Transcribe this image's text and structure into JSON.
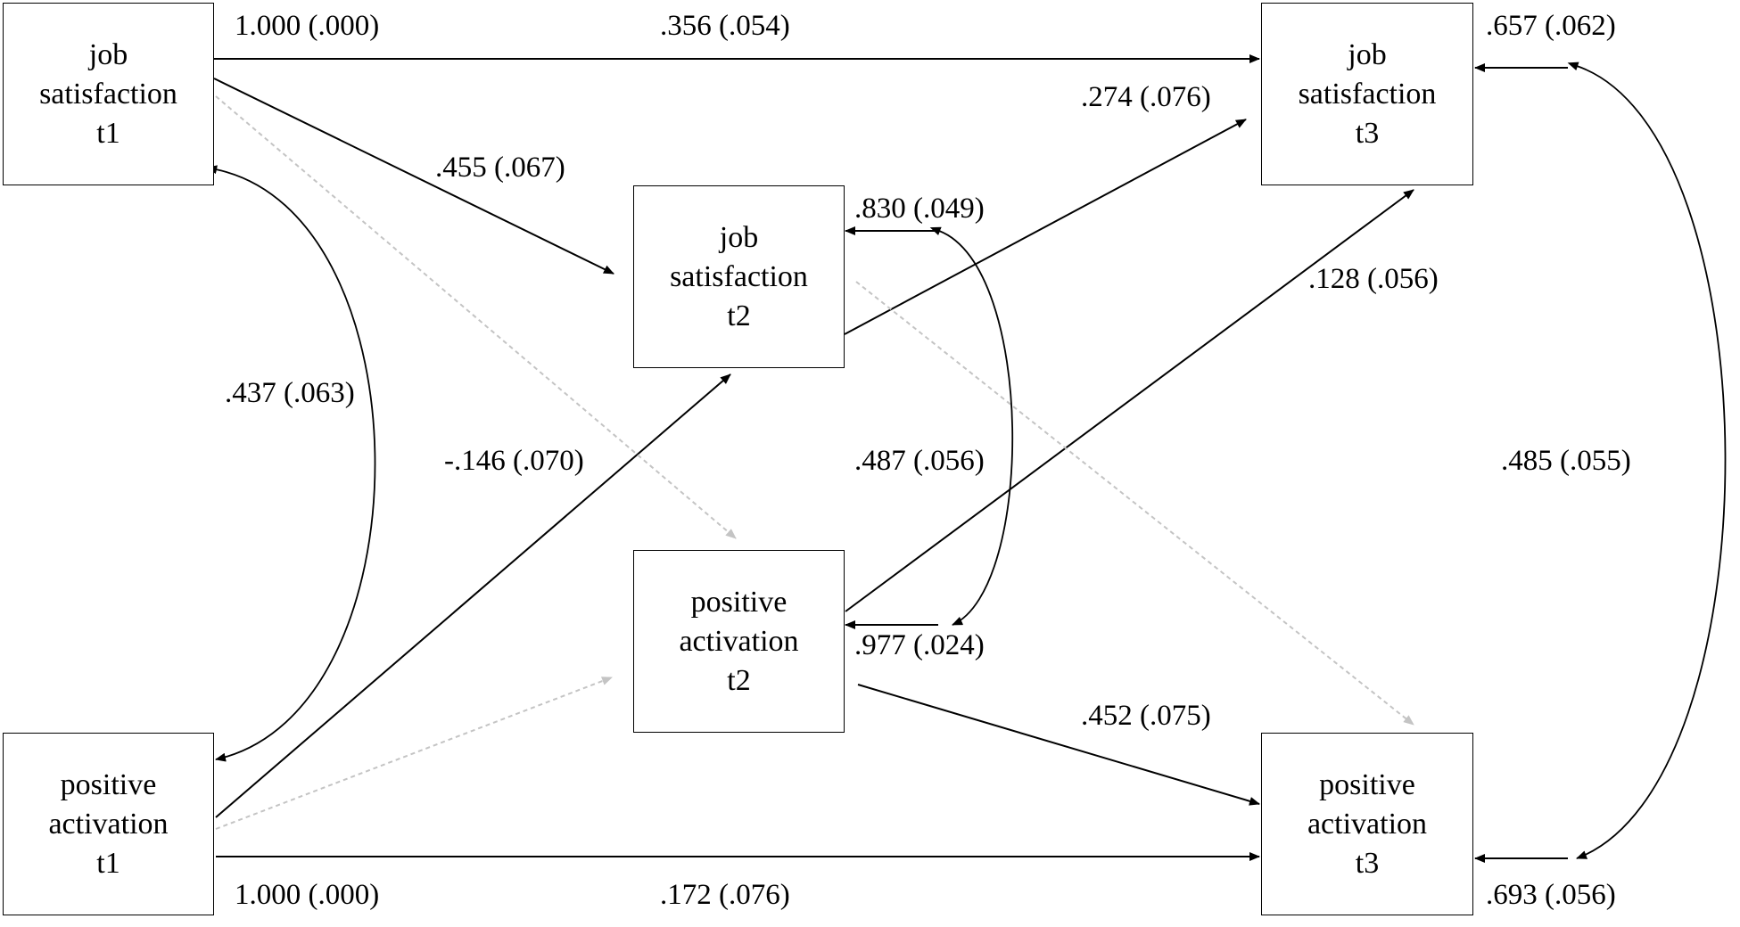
{
  "nodes": {
    "js1": {
      "line1": "job",
      "line2": "satisfaction",
      "line3": "t1"
    },
    "js2": {
      "line1": "job",
      "line2": "satisfaction",
      "line3": "t2"
    },
    "js3": {
      "line1": "job",
      "line2": "satisfaction",
      "line3": "t3"
    },
    "pa1": {
      "line1": "positive",
      "line2": "activation",
      "line3": "t1"
    },
    "pa2": {
      "line1": "positive",
      "line2": "activation",
      "line3": "t2"
    },
    "pa3": {
      "line1": "positive",
      "line2": "activation",
      "line3": "t3"
    }
  },
  "labels": {
    "js1_loading": "1.000 (.000)",
    "js1_js3": ".356 (.054)",
    "js3_residual": ".657 (.062)",
    "js2_js3": ".274 (.076)",
    "js1_js2": ".455 (.067)",
    "js2_residual": ".830 (.049)",
    "pa2_js3": ".128 (.056)",
    "cov_t1": ".437 (.063)",
    "pa1_js2": "-.146 (.070)",
    "cov_t2": ".487 (.056)",
    "cov_t3": ".485 (.055)",
    "pa2_residual": ".977 (.024)",
    "pa2_pa3": ".452 (.075)",
    "pa1_loading": "1.000 (.000)",
    "pa1_pa3": ".172 (.076)",
    "pa3_residual": ".693 (.056)"
  },
  "colors": {
    "solid_path": "#000000",
    "nonsignificant_path": "#bdbdbd"
  }
}
